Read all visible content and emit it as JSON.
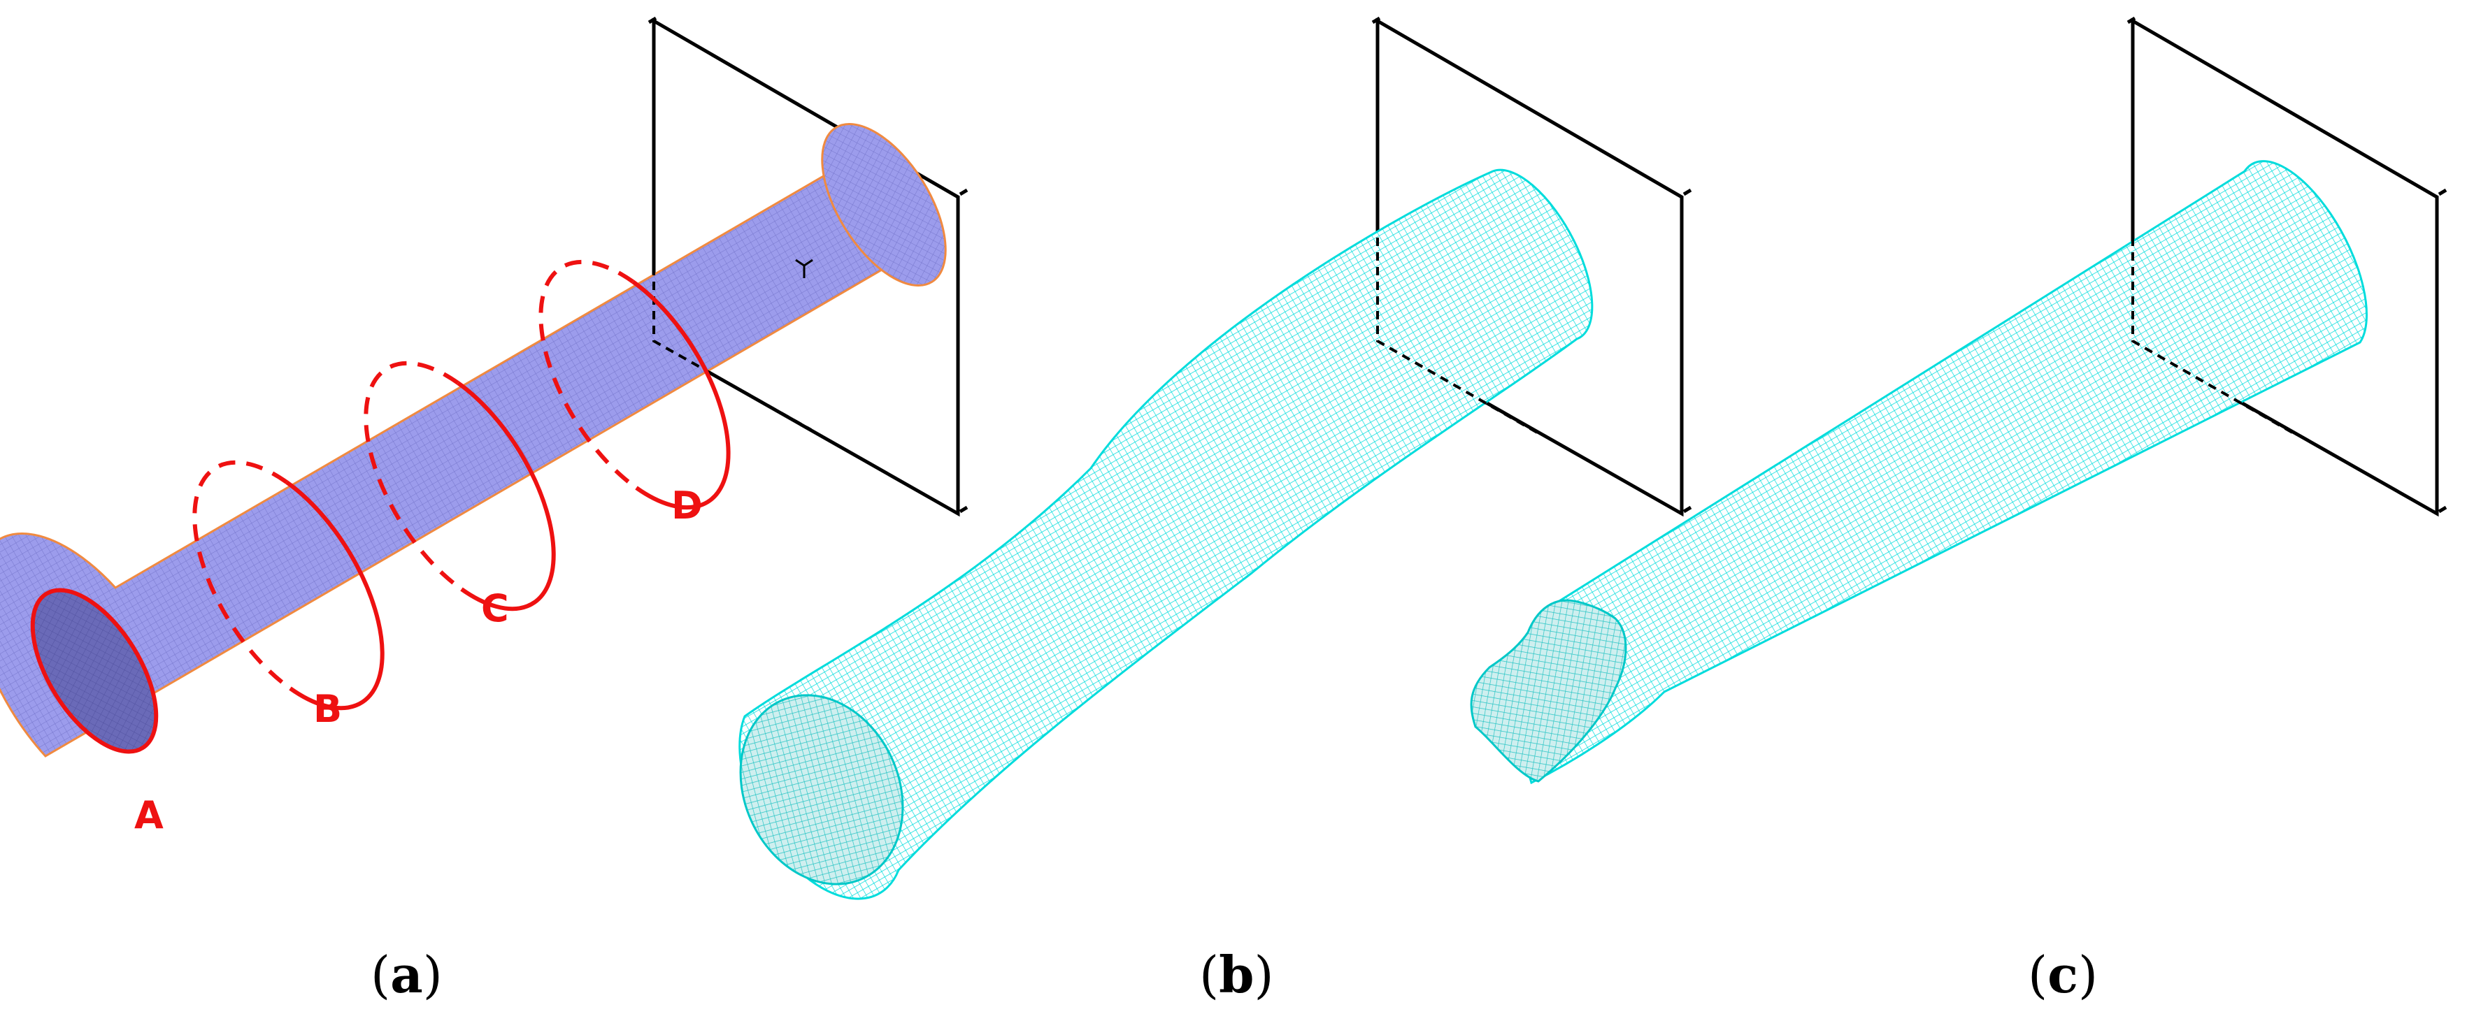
{
  "panels": [
    {
      "id": "a",
      "caption": {
        "open": "(",
        "letter": "a",
        "close": ")"
      },
      "mesh_color": "#9a9ae8",
      "section_color": "#ee1111",
      "section_labels": [
        "A",
        "B",
        "C",
        "D"
      ]
    },
    {
      "id": "b",
      "caption": {
        "open": "(",
        "letter": "b",
        "close": ")"
      },
      "mesh_color": "#00e5e5"
    },
    {
      "id": "c",
      "caption": {
        "open": "(",
        "letter": "c",
        "close": ")"
      },
      "mesh_color": "#00e5e5"
    }
  ]
}
